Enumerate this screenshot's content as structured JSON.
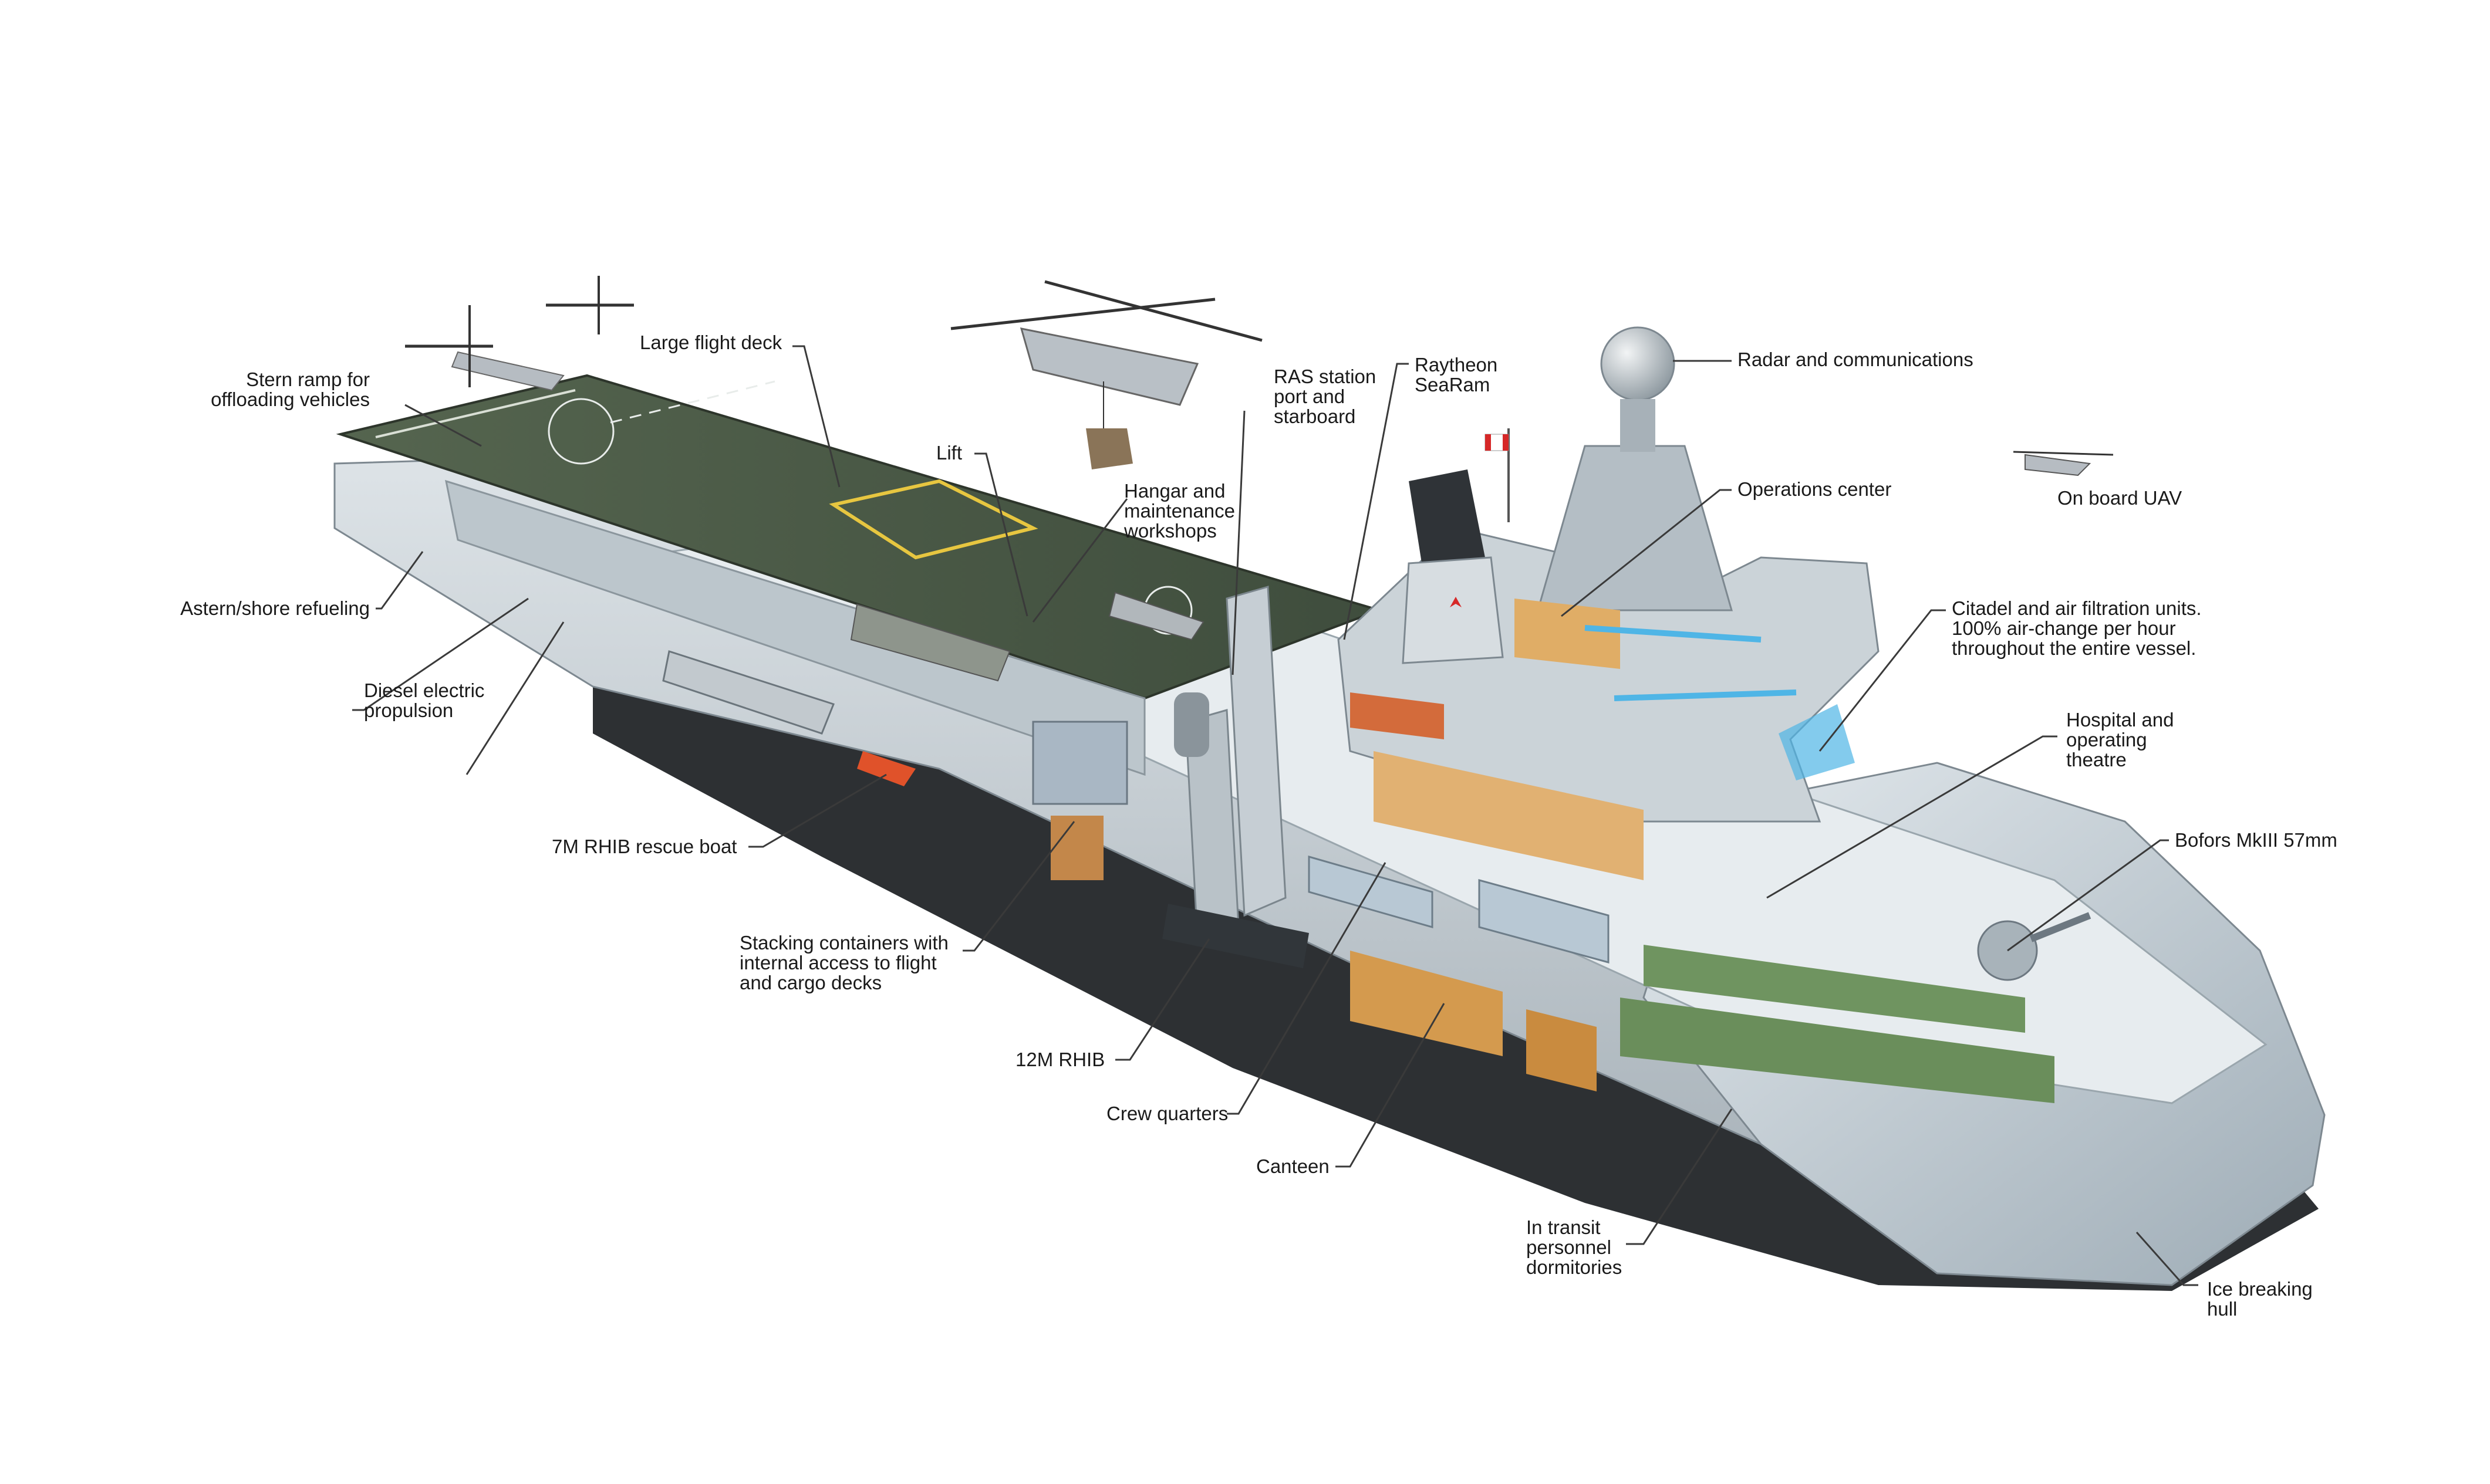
{
  "callouts": {
    "stern_ramp": "Stern ramp for\noffloading vehicles",
    "large_flight_deck": "Large flight deck",
    "astern_refueling": "Astern/shore refueling",
    "diesel_electric": "Diesel electric\npropulsion",
    "lift": "Lift",
    "hangar": "Hangar and\nmaintenance\nworkshops",
    "ras_station": "RAS station\nport and\nstarboard",
    "searam": "Raytheon\nSeaRam",
    "radar": "Radar and communications",
    "operations_center": "Operations center",
    "uav": "On board UAV",
    "citadel": "Citadel and air filtration units.\n100% air-change per hour\nthroughout the entire vessel.",
    "hospital": "Hospital and\noperating\ntheatre",
    "bofors": "Bofors MkIII 57mm",
    "rhib7": "7M RHIB rescue boat",
    "stacking": "Stacking containers with\ninternal access to  flight\nand cargo decks",
    "rhib12": "12M RHIB",
    "crew_quarters": "Crew quarters",
    "canteen": "Canteen",
    "in_transit": "In transit\npersonnel\ndormitories",
    "ice_hull": "Ice breaking\nhull"
  },
  "colors": {
    "hull_grey": "#c9d1d6",
    "hull_dark": "#2b2e31",
    "deck_green": "#4a5a47",
    "interior_orange": "#d9a45a",
    "filtration_blue": "#4fb5e6",
    "flag_red": "#d62828"
  }
}
